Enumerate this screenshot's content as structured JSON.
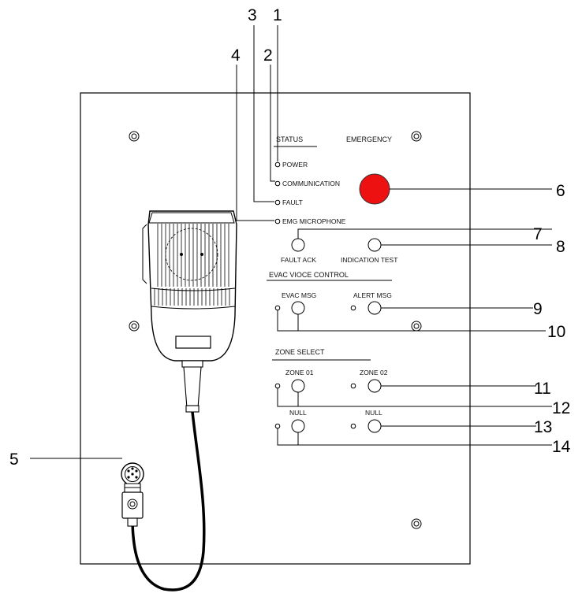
{
  "panel": {
    "status_title": "STATUS",
    "emergency_title": "EMERGENCY",
    "status_indicators": [
      "POWER",
      "COMMUNICATION",
      "FAULT",
      "EMG MICROPHONE"
    ],
    "buttons": {
      "fault_ack": "FAULT ACK",
      "indication_test": "INDICATION TEST"
    },
    "evac_section": {
      "title": "EVAC VIOCE  CONTROL",
      "evac_msg": "EVAC MSG",
      "alert_msg": "ALERT MSG"
    },
    "zone_section": {
      "title": "ZONE SELECT",
      "zone_01": "ZONE 01",
      "zone_02": "ZONE 02",
      "null_1": "NULL",
      "null_2": "NULL"
    },
    "emergency_button_color": "#ee1111"
  },
  "callouts": [
    "1",
    "2",
    "3",
    "4",
    "5",
    "6",
    "7",
    "8",
    "9",
    "10",
    "11",
    "12",
    "13",
    "14"
  ]
}
